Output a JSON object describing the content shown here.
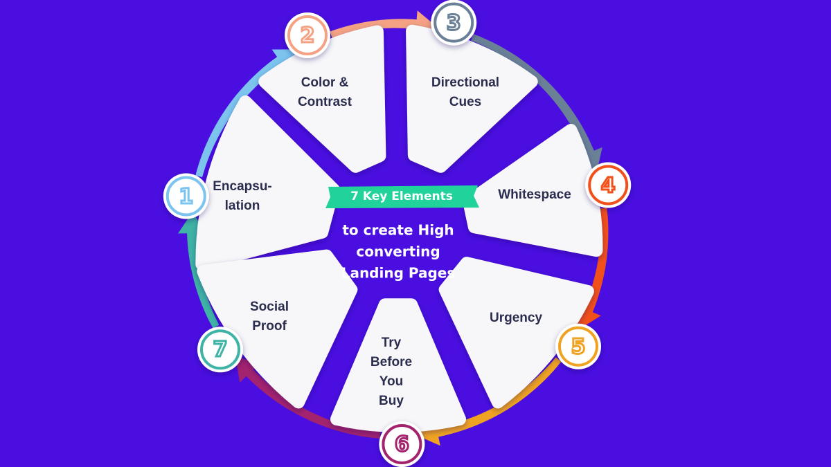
{
  "title_tag": "7 Key Elements",
  "subtitle": "to create High\nconverting\nLanding Pages",
  "colors": {
    "background": "#4a0ee0",
    "tag": "#21d39a",
    "card": "#f7f7f9",
    "card_text": "#2b2d4e"
  },
  "elements": [
    {
      "number": "1",
      "label": "Encapsu-\nlation",
      "color": "#7cc4ee"
    },
    {
      "number": "2",
      "label": "Color &\nContrast",
      "color": "#f4a283"
    },
    {
      "number": "3",
      "label": "Directional\nCues",
      "color": "#6a8096"
    },
    {
      "number": "4",
      "label": "Whitespace",
      "color": "#f2501b"
    },
    {
      "number": "5",
      "label": "Urgency",
      "color": "#f0a323"
    },
    {
      "number": "6",
      "label": "Try\nBefore\nYou\nBuy",
      "color": "#a3236f"
    },
    {
      "number": "7",
      "label": "Social\nProof",
      "color": "#3fb3a5"
    }
  ]
}
